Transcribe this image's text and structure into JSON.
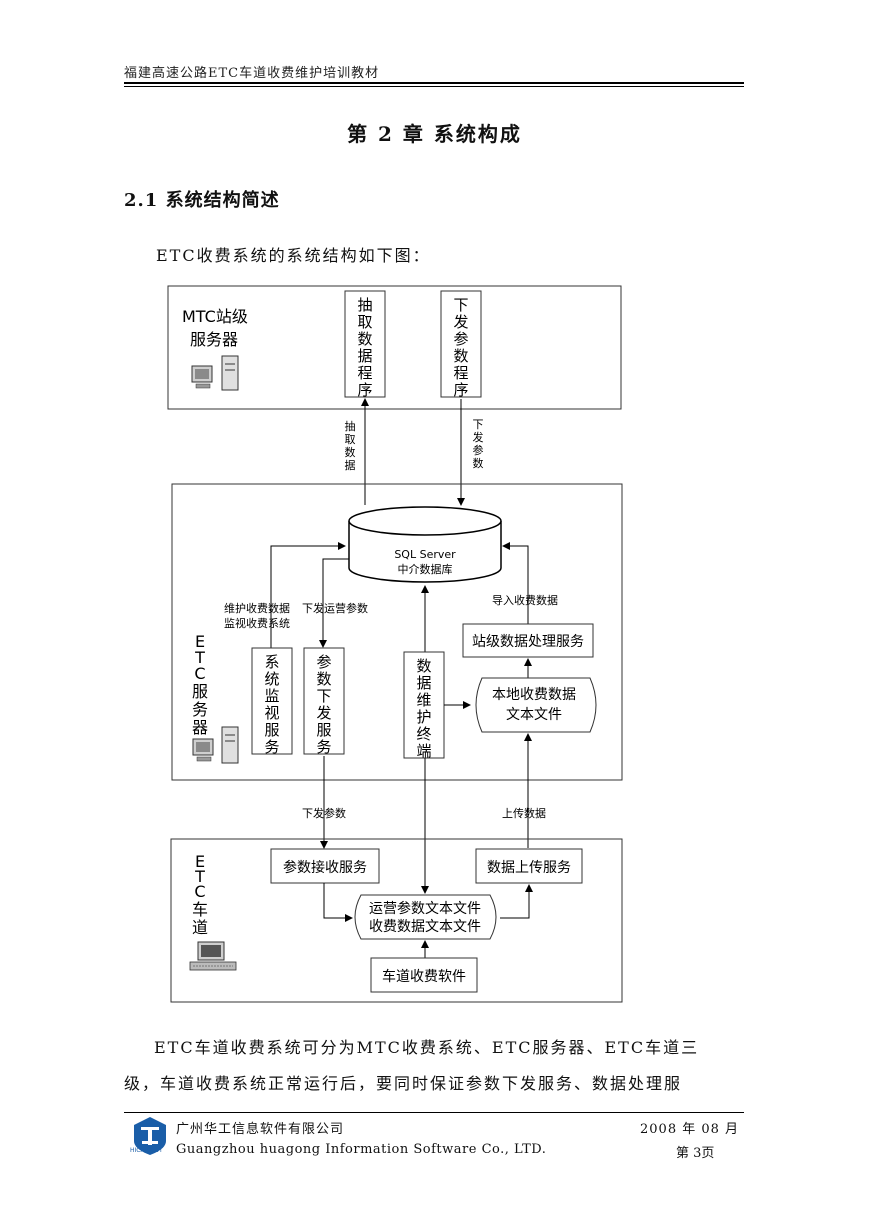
{
  "header": {
    "title": "福建高速公路ETC车道收费维护培训教材"
  },
  "chapter_title": "第 2 章  系统构成",
  "section_title": "2.1  系统结构简述",
  "intro_text": "ETC收费系统的系统结构如下图：",
  "diagram": {
    "mtc": {
      "label_lines": [
        "MTC站级",
        "服务器"
      ],
      "extract_program": [
        "抽",
        "取",
        "数",
        "据",
        "程",
        "序"
      ],
      "distribute_program": [
        "下",
        "发",
        "参",
        "数",
        "程",
        "序"
      ]
    },
    "arrow_extract_data": [
      "抽",
      "取",
      "数",
      "据"
    ],
    "arrow_distribute_params": [
      "下",
      "发",
      "参",
      "数"
    ],
    "etc_server": {
      "label": [
        "E",
        "T",
        "C",
        "服",
        "务",
        "器"
      ],
      "database_lines": [
        "SQL Server",
        "中介数据库"
      ],
      "maintain_label": "维护收费数据",
      "monitor_label": "监视收费系统",
      "distribute_ops_label": "下发运营参数",
      "import_label": "导入收费数据",
      "monitor_service": [
        "系",
        "统",
        "监",
        "视",
        "服",
        "务"
      ],
      "param_service": [
        "参",
        "数",
        "下",
        "发",
        "服",
        "务"
      ],
      "maintenance_terminal": [
        "数",
        "据",
        "维",
        "护",
        "终",
        "端"
      ],
      "station_service": "站级数据处理服务",
      "local_file_lines": [
        "本地收费数据",
        "文本文件"
      ]
    },
    "arrow_down_params": "下发参数",
    "arrow_upload_data": "上传数据",
    "etc_lane": {
      "label": [
        "E",
        "T",
        "C",
        "车",
        "道"
      ],
      "param_receive": "参数接收服务",
      "data_upload": "数据上传服务",
      "files_lines": [
        "运营参数文本文件",
        "收费数据文本文件"
      ],
      "lane_software": "车道收费软件"
    }
  },
  "paragraph_lines": [
    "ETC车道收费系统可分为MTC收费系统、ETC服务器、ETC车道三",
    "级，车道收费系统正常运行后，要同时保证参数下发服务、数据处理服"
  ],
  "footer": {
    "company_cn": "广州华工信息软件有限公司",
    "date": "2008 年 08 月",
    "company_en": "Guangzhou huagong Information Software Co., LTD.",
    "page": "第 3页",
    "logo_text": "HICA/SCUT"
  }
}
